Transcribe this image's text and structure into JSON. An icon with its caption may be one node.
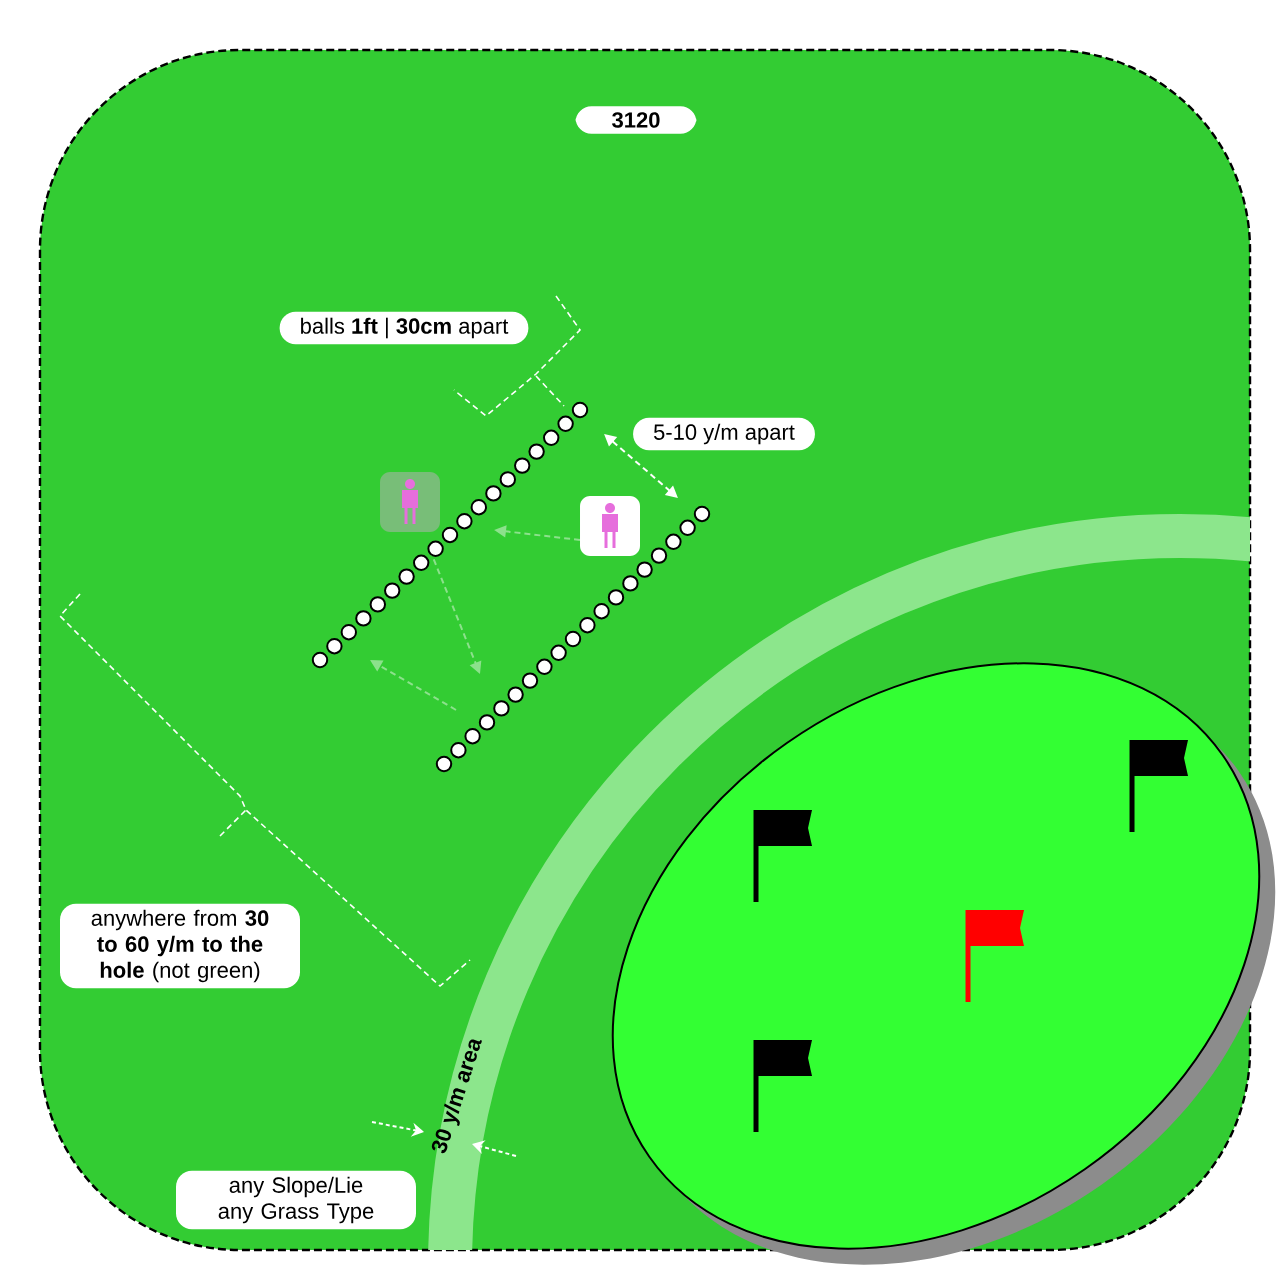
{
  "diagram": {
    "nodes": [
      {
        "text": [
          "3120"
        ]
      },
      {
        "text": [
          "balls **1ft** | **30cm** apart"
        ]
      },
      {
        "text": [
          "5-10 y/m apart"
        ]
      },
      {
        "text": [
          "anywhere from **30 to 60 y/m to the hole** (not green)"
        ]
      },
      {
        "text": [
          "any Slope/Lie any Grass Type"
        ]
      }
    ],
    "labels": [
      "30 y/m area"
    ]
  }
}
